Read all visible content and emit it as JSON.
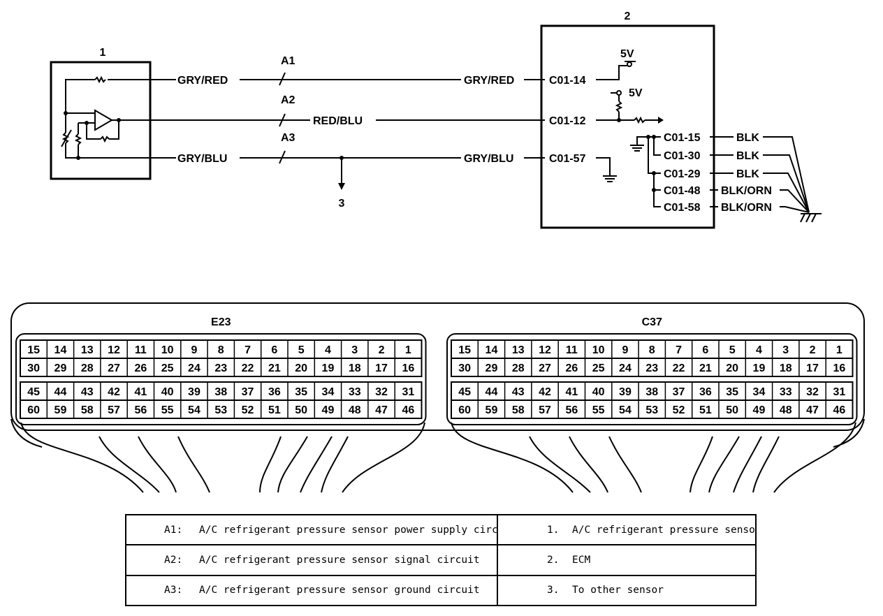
{
  "schematic": {
    "sensor_number": "1",
    "ecm_number": "2",
    "other_sensor_number": "3",
    "circuit_tags": [
      "A1",
      "A2",
      "A3"
    ],
    "wire_labels_sensor_side": [
      "GRY/RED",
      "RED/BLU",
      "GRY/BLU"
    ],
    "wire_labels_ecm_side": [
      "GRY/RED",
      "GRY/BLU"
    ],
    "ecm_pins": [
      "C01-14",
      "C01-12",
      "C01-57"
    ],
    "supply_voltage_labels": [
      "5V",
      "5V"
    ],
    "ground_pins": [
      {
        "pin": "C01-15",
        "color": "BLK"
      },
      {
        "pin": "C01-30",
        "color": "BLK"
      },
      {
        "pin": "C01-29",
        "color": "BLK"
      },
      {
        "pin": "C01-48",
        "color": "BLK/ORN"
      },
      {
        "pin": "C01-58",
        "color": "BLK/ORN"
      }
    ]
  },
  "connectors": [
    {
      "name": "E23",
      "rows": [
        [
          "15",
          "14",
          "13",
          "12",
          "11",
          "10",
          "9",
          "8",
          "7",
          "6",
          "5",
          "4",
          "3",
          "2",
          "1"
        ],
        [
          "30",
          "29",
          "28",
          "27",
          "26",
          "25",
          "24",
          "23",
          "22",
          "21",
          "20",
          "19",
          "18",
          "17",
          "16"
        ],
        [
          "45",
          "44",
          "43",
          "42",
          "41",
          "40",
          "39",
          "38",
          "37",
          "36",
          "35",
          "34",
          "33",
          "32",
          "31"
        ],
        [
          "60",
          "59",
          "58",
          "57",
          "56",
          "55",
          "54",
          "53",
          "52",
          "51",
          "50",
          "49",
          "48",
          "47",
          "46"
        ]
      ]
    },
    {
      "name": "C37",
      "rows": [
        [
          "15",
          "14",
          "13",
          "12",
          "11",
          "10",
          "9",
          "8",
          "7",
          "6",
          "5",
          "4",
          "3",
          "2",
          "1"
        ],
        [
          "30",
          "29",
          "28",
          "27",
          "26",
          "25",
          "24",
          "23",
          "22",
          "21",
          "20",
          "19",
          "18",
          "17",
          "16"
        ],
        [
          "45",
          "44",
          "43",
          "42",
          "41",
          "40",
          "39",
          "38",
          "37",
          "36",
          "35",
          "34",
          "33",
          "32",
          "31"
        ],
        [
          "60",
          "59",
          "58",
          "57",
          "56",
          "55",
          "54",
          "53",
          "52",
          "51",
          "50",
          "49",
          "48",
          "47",
          "46"
        ]
      ]
    }
  ],
  "legend": {
    "rows": [
      {
        "left_key": "A1:",
        "left_text": "A/C refrigerant pressure sensor power supply circuit",
        "right_key": "1.",
        "right_text": "A/C refrigerant pressure sensor"
      },
      {
        "left_key": "A2:",
        "left_text": "A/C refrigerant pressure sensor signal circuit",
        "right_key": "2.",
        "right_text": "ECM"
      },
      {
        "left_key": "A3:",
        "left_text": "A/C refrigerant pressure sensor ground circuit",
        "right_key": "3.",
        "right_text": "To other sensor"
      }
    ]
  }
}
